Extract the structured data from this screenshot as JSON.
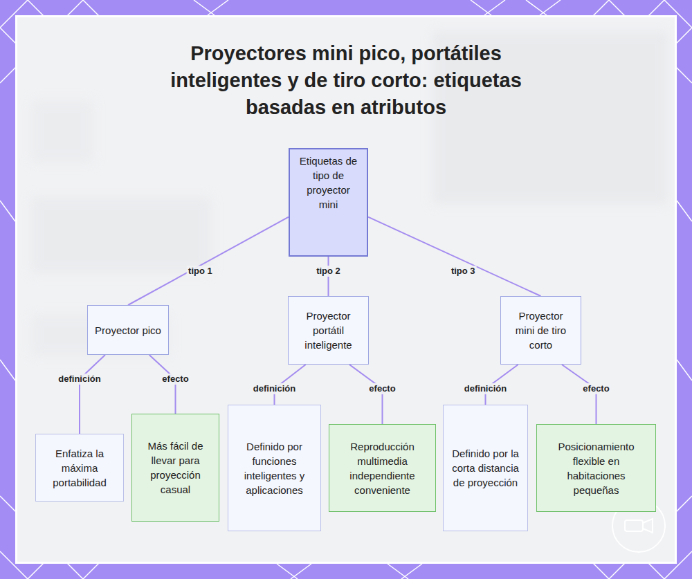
{
  "diagram": {
    "title": "Proyectores mini pico, portátiles inteligentes y de tiro corto: etiquetas basadas en atributos",
    "nodes": [
      {
        "text": [
          "Etiquetas de tipo de proyector mini"
        ]
      },
      {
        "text": [
          "Proyector pico"
        ]
      },
      {
        "text": [
          "Proyector portátil inteligente"
        ]
      },
      {
        "text": [
          "Proyector mini de tiro corto"
        ]
      },
      {
        "text": [
          "Enfatiza la máxima portabilidad"
        ]
      },
      {
        "text": [
          "Más fácil de llevar para proyección casual"
        ]
      },
      {
        "text": [
          "Definido por funciones inteligentes y aplicaciones"
        ]
      },
      {
        "text": [
          "Reproducción multimedia independiente conveniente"
        ]
      },
      {
        "text": [
          "Definido por la corta distancia de proyección"
        ]
      },
      {
        "text": [
          "Posicionamiento flexible en habitaciones pequeñas"
        ]
      }
    ],
    "edges": [
      {
        "from": 0,
        "to": 1,
        "label": "tipo 1",
        "arrow": "none"
      },
      {
        "from": 0,
        "to": 2,
        "label": "tipo 2",
        "arrow": "none"
      },
      {
        "from": 0,
        "to": 3,
        "label": "tipo 3",
        "arrow": "none"
      },
      {
        "from": 1,
        "to": 4,
        "label": "definición",
        "arrow": "none"
      },
      {
        "from": 1,
        "to": 5,
        "label": "efecto",
        "arrow": "none"
      },
      {
        "from": 2,
        "to": 6,
        "label": "definición",
        "arrow": "none"
      },
      {
        "from": 2,
        "to": 7,
        "label": "efecto",
        "arrow": "none"
      },
      {
        "from": 3,
        "to": 8,
        "label": "definición",
        "arrow": "none"
      },
      {
        "from": 3,
        "to": 9,
        "label": "efecto",
        "arrow": "none"
      }
    ]
  }
}
